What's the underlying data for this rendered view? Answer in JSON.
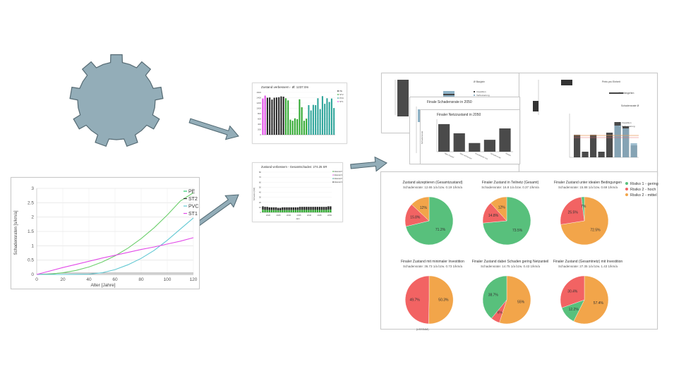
{
  "gear": {
    "icon": "gear-icon",
    "color": "#93adb8"
  },
  "arrows": {
    "color": "#93adb8"
  },
  "colors": {
    "pe": "#2ecc71",
    "st2": "#58c487",
    "pvc": "#61c8d3",
    "st1": "#e24ae8",
    "bar_black": "#222222",
    "bar_green": "#2ea82e",
    "bar_teal": "#2aa398",
    "pie_green": "#58c07c",
    "pie_red": "#f26363",
    "pie_orange": "#f2a54a",
    "gray_bar": "#555555",
    "blue_bar": "#8fb3c7"
  },
  "curve_chart": {
    "type": "line",
    "ylabel": "Schadensraten [s/km/a]",
    "xlabel": "Alter [Jahre]",
    "xlim": [
      0,
      120
    ],
    "ylim": [
      0,
      3
    ],
    "xticks": [
      "0",
      "20",
      "40",
      "60",
      "80",
      "100",
      "120"
    ],
    "yticks": [
      "0",
      "0.5",
      "1",
      "1.5",
      "2",
      "2.5",
      "3"
    ],
    "legend": [
      "PE",
      "ST2",
      "PVC",
      "ST1"
    ],
    "series": [
      {
        "name": "PE",
        "x": [
          0,
          20,
          40,
          60,
          80,
          100,
          120
        ],
        "y": [
          0,
          0.05,
          0.05,
          0.05,
          0.05,
          0.05,
          0.05
        ]
      },
      {
        "name": "ST2",
        "x": [
          0,
          10,
          20,
          30,
          40,
          50,
          60,
          70,
          80,
          90,
          100,
          110,
          120
        ],
        "y": [
          0,
          0.01,
          0.06,
          0.14,
          0.26,
          0.43,
          0.65,
          0.92,
          1.25,
          1.63,
          2.07,
          2.56,
          2.85
        ]
      },
      {
        "name": "PVC",
        "x": [
          0,
          20,
          40,
          50,
          60,
          70,
          80,
          90,
          100,
          110,
          120
        ],
        "y": [
          0,
          0,
          0.01,
          0.06,
          0.17,
          0.34,
          0.56,
          0.84,
          1.19,
          1.58,
          1.97
        ]
      },
      {
        "name": "ST1",
        "x": [
          0,
          10,
          20,
          30,
          40,
          50,
          60,
          70,
          80,
          90,
          100,
          110,
          120
        ],
        "y": [
          0,
          0.12,
          0.24,
          0.35,
          0.46,
          0.57,
          0.67,
          0.77,
          0.87,
          0.96,
          1.06,
          1.16,
          1.28
        ]
      }
    ]
  },
  "bar_chart_1": {
    "title": "Zustand verbessern - Ø: 1237.0m",
    "legend": [
      "PE",
      "ST2",
      "PVC",
      "ST1"
    ],
    "yticks": [
      "1600",
      "1400",
      "1200",
      "1000",
      "800",
      "600",
      "400",
      "200",
      "0"
    ],
    "ylim": [
      0,
      1600
    ],
    "values": [
      1370,
      1480,
      1400,
      1410,
      1330,
      1400,
      1410,
      1420,
      1450,
      1440,
      1380,
      1300,
      570,
      530,
      620,
      590,
      1340,
      1040,
      530,
      610,
      1120,
      920,
      1130,
      1120,
      1380,
      970,
      1460,
      1170,
      1380,
      1240,
      1370,
      1010
    ],
    "series_colors": [
      "st1",
      "st1",
      "bar_black",
      "bar_black",
      "bar_black",
      "bar_black",
      "bar_black",
      "bar_black",
      "bar_black",
      "bar_black",
      "bar_green",
      "bar_green",
      "bar_green",
      "bar_green",
      "bar_green",
      "bar_green",
      "bar_green",
      "bar_green",
      "bar_green",
      "bar_green",
      "bar_teal",
      "bar_teal",
      "bar_teal",
      "bar_teal",
      "bar_teal",
      "bar_teal",
      "bar_teal",
      "bar_teal",
      "bar_teal",
      "bar_teal",
      "bar_teal",
      "bar_teal"
    ]
  },
  "bar_chart_2": {
    "title": "Zustand verbessern - Gesamtschaden: 274.25 SR",
    "legend": [
      "Material PE",
      "Material ST1",
      "Material PVC",
      "Material ST2"
    ],
    "yticks": [
      "80",
      "70",
      "60",
      "50",
      "40",
      "30",
      "20",
      "10",
      "0"
    ],
    "ylim": [
      0,
      80
    ],
    "xticks": [
      "2020",
      "2025",
      "2030",
      "2035",
      "2040",
      "2045",
      "2050"
    ],
    "xlabel": "Jahr",
    "ylabel": "Schaden [SR]",
    "values": [
      12,
      11,
      11,
      10,
      10,
      10,
      10,
      9,
      9,
      10,
      10,
      10,
      10,
      10,
      10,
      10,
      10,
      11,
      11,
      11,
      11,
      11,
      11,
      11,
      11,
      11,
      11,
      11,
      11,
      11,
      12,
      12
    ]
  },
  "report_pages": {
    "page_a": {
      "title": "Finaler Netzzustand in 2050",
      "values": [
        5.1,
        3.4,
        1.6,
        2.2,
        4.3
      ],
      "ylim": [
        0,
        6
      ],
      "xticks": [
        "Netz-Saniert",
        "Netz-verbessert",
        "Investitionen min.",
        "Schadensrate",
        "Kosten"
      ],
      "legend": "Schadensrate"
    },
    "page_b": {
      "title": "Finale Schadensrate in 2050",
      "legend": [
        "Investition",
        "Verbesserung"
      ],
      "values": [
        2.3,
        0.2,
        0.1
      ],
      "legend2": "Ø Baujahr"
    },
    "page_c": {
      "legend": "Preis pro Einheit",
      "values": [
        3.2,
        0.8,
        3.2,
        0.8,
        3.5,
        5.0,
        4.4,
        1.7
      ],
      "overlay": [
        0,
        0,
        0,
        0,
        0,
        4.5,
        4.1,
        2.0
      ],
      "legend2": [
        "Investition",
        "Verbesserung"
      ],
      "legend3": "Schadensrate Ø"
    },
    "legend_d": "Netzlänge/km"
  },
  "pies": {
    "legend": [
      {
        "label": "Risiko 1 - gering",
        "color": "pie_green"
      },
      {
        "label": "Risiko 2 - hoch",
        "color": "pie_red"
      },
      {
        "label": "Risiko 2 - mittel",
        "color": "pie_orange"
      }
    ],
    "items": [
      {
        "title": "Zustand akzeptieren (Gesamtzustand)",
        "subtitle": "Schadensrate: 12.65 1/a bzw. 0.19 1/km/a",
        "slices": [
          {
            "label": "71.2%",
            "value": 71.2,
            "color": "pie_green"
          },
          {
            "label": "15.8%",
            "value": 15.8,
            "color": "pie_red"
          },
          {
            "label": "12%",
            "value": 13.0,
            "color": "pie_orange"
          }
        ],
        "note": ""
      },
      {
        "title": "Finaler Zustand in Teilnetz (Gesamt)",
        "subtitle": "Schadensrate: 16.8 1/a bzw. 0.37 1/km/a",
        "slices": [
          {
            "label": "73.5%",
            "value": 73.5,
            "color": "pie_green"
          },
          {
            "label": "14.8%",
            "value": 14.8,
            "color": "pie_red"
          },
          {
            "label": "12%",
            "value": 11.7,
            "color": "pie_orange"
          }
        ],
        "note": ""
      },
      {
        "title": "Finaler Zustand unter idealen Bedingungen",
        "subtitle": "Schadensrate: 15.88 1/a bzw. 0.69 1/km/a",
        "slices": [
          {
            "label": "72.5%",
            "value": 72.5,
            "color": "pie_orange"
          },
          {
            "label": "25.5%",
            "value": 25.5,
            "color": "pie_red"
          },
          {
            "label": "7%",
            "value": 2.0,
            "color": "pie_green"
          }
        ],
        "note": ""
      },
      {
        "title": "Finaler Zustand mit minimaler Investition",
        "subtitle": "Schadensrate: 36.73 1/a bzw. 0.73 1/km/a",
        "slices": [
          {
            "label": "50.3%",
            "value": 50.3,
            "color": "pie_orange"
          },
          {
            "label": "49.7%",
            "value": 49.7,
            "color": "pie_red"
          }
        ],
        "note": "(UGSSAM)"
      },
      {
        "title": "Finaler Zustand dabei Schaden gering Netzanteil",
        "subtitle": "Schadensrate: 14.75 1/a bzw. 0.43 1/km/a",
        "slices": [
          {
            "label": "55%",
            "value": 55.0,
            "color": "pie_orange"
          },
          {
            "label": "6%",
            "value": 6.0,
            "color": "pie_red"
          },
          {
            "label": "38.7%",
            "value": 39.0,
            "color": "pie_green"
          }
        ],
        "note": ""
      },
      {
        "title": "Finaler Zustand (Gesamtnetz) mit Investition",
        "subtitle": "Schadensrate: 27.35 1/a bzw. 1.43 1/km/a",
        "slices": [
          {
            "label": "57.4%",
            "value": 57.4,
            "color": "pie_orange"
          },
          {
            "label": "12.2%",
            "value": 12.2,
            "color": "pie_green"
          },
          {
            "label": "30.4%",
            "value": 30.4,
            "color": "pie_red"
          }
        ],
        "note": ""
      }
    ]
  }
}
